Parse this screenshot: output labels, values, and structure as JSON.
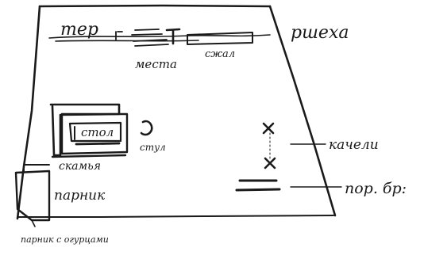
{
  "labels": {
    "terrace": "тер",
    "rubbish_top": "ршеха",
    "mesta": "места",
    "sofa": "сжал",
    "table": "стол",
    "chair": "стул",
    "bench": "скамья",
    "hothouse": "парник",
    "hothouse_cucumbers": "парник с огурцами",
    "swing": "качели",
    "porch": "пор. бр:"
  },
  "ink_color": "#1a1a1a"
}
